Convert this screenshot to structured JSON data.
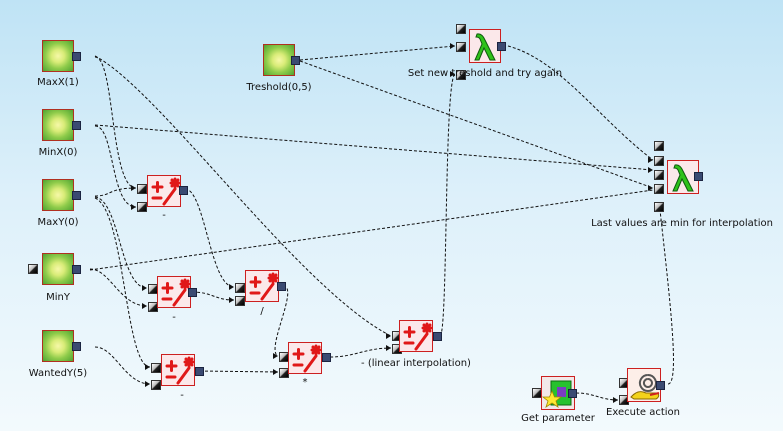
{
  "nodes": {
    "maxx": {
      "label": "MaxX(1)"
    },
    "minx": {
      "label": "MinX(0)"
    },
    "maxy": {
      "label": "MaxY(0)"
    },
    "miny": {
      "label": "MinY"
    },
    "wantedy": {
      "label": "WantedY(5)"
    },
    "treshold": {
      "label": "Treshold(0,5)"
    },
    "sub1": {
      "label": "-"
    },
    "sub2": {
      "label": "-"
    },
    "div": {
      "label": "/"
    },
    "sub3": {
      "label": "-"
    },
    "mul": {
      "label": "*"
    },
    "interp": {
      "label": "- (linear interpolation)"
    },
    "lambda1": {
      "label": "Set new treshold and try again"
    },
    "lambda2": {
      "label": "Last values are min for interpolation"
    },
    "getparam": {
      "label": "Get parameter"
    },
    "exec": {
      "label": "Execute action"
    }
  },
  "icons": {
    "param": "parameter-icon",
    "operator": "arithmetic-operator-icon",
    "lambda": "lambda-icon",
    "get": "get-parameter-icon",
    "exec": "execute-action-icon"
  },
  "colors": {
    "operator_red": "#e01818",
    "lambda_green": "#2ec21a",
    "port_out": "#3a4a72",
    "node_border": "#cc2020"
  }
}
